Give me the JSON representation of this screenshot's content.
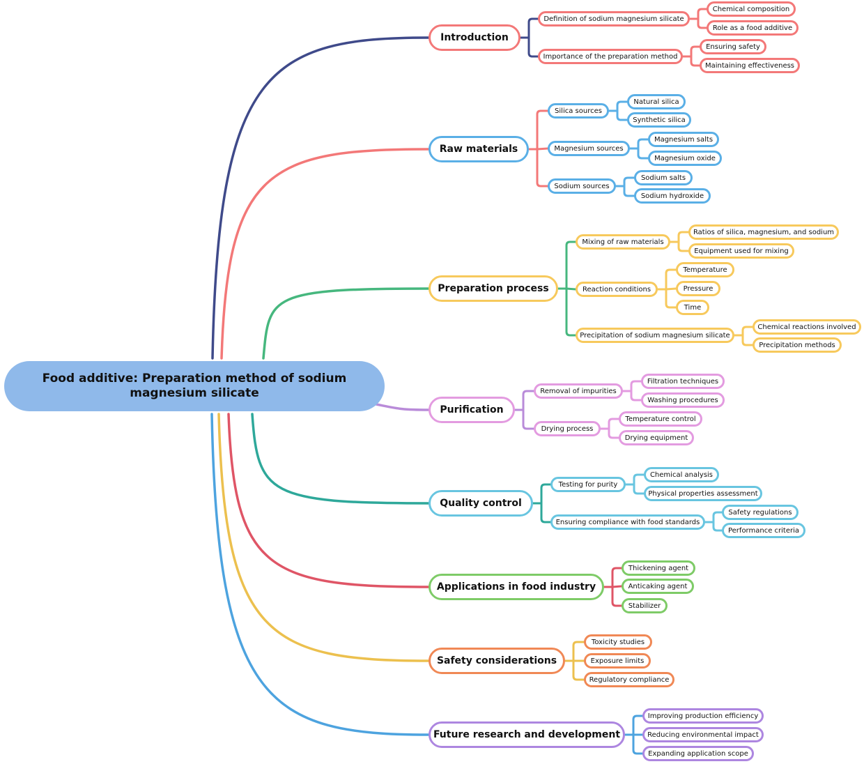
{
  "title": "Food additive: Preparation method of sodium magnesium silicate",
  "branches": [
    {
      "label": "Introduction",
      "edge_color": "#3f4a8a",
      "box_color": "#f37878",
      "children": [
        {
          "label": "Definition of sodium magnesium silicate",
          "children": [
            {
              "label": "Chemical composition"
            },
            {
              "label": "Role as a food additive"
            }
          ]
        },
        {
          "label": "Importance of the preparation method",
          "children": [
            {
              "label": "Ensuring safety"
            },
            {
              "label": "Maintaining effectiveness"
            }
          ]
        }
      ]
    },
    {
      "label": "Raw materials",
      "edge_color": "#f37878",
      "box_color": "#5aafe6",
      "children": [
        {
          "label": "Silica sources",
          "children": [
            {
              "label": "Natural silica"
            },
            {
              "label": "Synthetic silica"
            }
          ]
        },
        {
          "label": "Magnesium sources",
          "children": [
            {
              "label": "Magnesium salts"
            },
            {
              "label": "Magnesium oxide"
            }
          ]
        },
        {
          "label": "Sodium sources",
          "children": [
            {
              "label": "Sodium salts"
            },
            {
              "label": "Sodium hydroxide"
            }
          ]
        }
      ]
    },
    {
      "label": "Preparation process",
      "edge_color": "#46b77e",
      "box_color": "#f7c95c",
      "children": [
        {
          "label": "Mixing of raw materials",
          "children": [
            {
              "label": "Ratios of silica, magnesium, and sodium"
            },
            {
              "label": "Equipment used for mixing"
            }
          ]
        },
        {
          "label": "Reaction conditions",
          "children": [
            {
              "label": "Temperature"
            },
            {
              "label": "Pressure"
            },
            {
              "label": "Time"
            }
          ]
        },
        {
          "label": "Precipitation of sodium magnesium silicate",
          "children": [
            {
              "label": "Chemical reactions involved"
            },
            {
              "label": "Precipitation methods"
            }
          ]
        }
      ]
    },
    {
      "label": "Purification",
      "edge_color": "#b98bd9",
      "box_color": "#e39be0",
      "children": [
        {
          "label": "Removal of impurities",
          "children": [
            {
              "label": "Filtration techniques"
            },
            {
              "label": "Washing procedures"
            }
          ]
        },
        {
          "label": "Drying process",
          "children": [
            {
              "label": "Temperature control"
            },
            {
              "label": "Drying equipment"
            }
          ]
        }
      ]
    },
    {
      "label": "Quality control",
      "edge_color": "#2ea89a",
      "box_color": "#68c5e0",
      "children": [
        {
          "label": "Testing for purity",
          "children": [
            {
              "label": "Chemical analysis"
            },
            {
              "label": "Physical properties assessment"
            }
          ]
        },
        {
          "label": "Ensuring compliance with food standards",
          "children": [
            {
              "label": "Safety regulations"
            },
            {
              "label": "Performance criteria"
            }
          ]
        }
      ]
    },
    {
      "label": "Applications in food industry",
      "edge_color": "#df5566",
      "box_color": "#7ecb67",
      "children": [
        {
          "label": "Thickening agent"
        },
        {
          "label": "Anticaking agent"
        },
        {
          "label": "Stabilizer"
        }
      ]
    },
    {
      "label": "Safety considerations",
      "edge_color": "#ecc04e",
      "box_color": "#f08855",
      "children": [
        {
          "label": "Toxicity studies"
        },
        {
          "label": "Exposure limits"
        },
        {
          "label": "Regulatory compliance"
        }
      ]
    },
    {
      "label": "Future research and development",
      "edge_color": "#4da3df",
      "box_color": "#ad86e0",
      "children": [
        {
          "label": "Improving production efficiency"
        },
        {
          "label": "Reducing environmental impact"
        },
        {
          "label": "Expanding application scope"
        }
      ]
    }
  ]
}
